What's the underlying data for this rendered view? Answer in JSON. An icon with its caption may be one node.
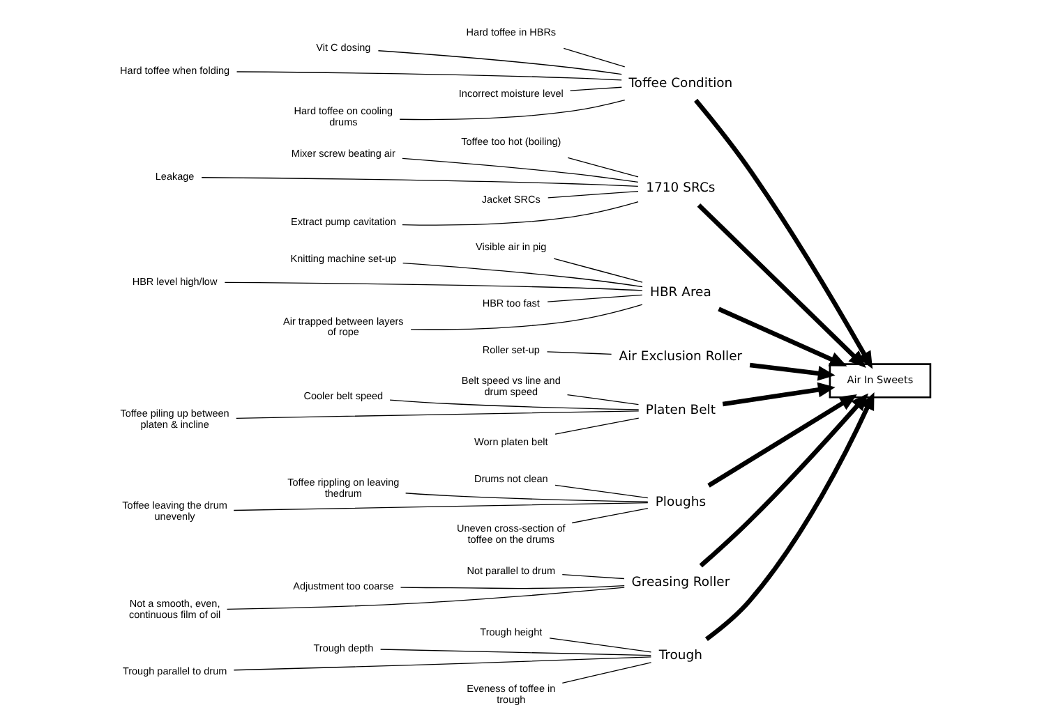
{
  "diagram": {
    "nodes": [
      {
        "text": [
          "Trough"
        ]
      },
      {
        "text": [
          "Toffee Condition"
        ]
      },
      {
        "text": [
          "1710 SRCs"
        ]
      },
      {
        "text": [
          "HBR Area"
        ]
      },
      {
        "text": [
          "Air In Sweets"
        ]
      },
      {
        "text": [
          "Air Exclusion Roller"
        ]
      },
      {
        "text": [
          "Platen Belt"
        ]
      },
      {
        "text": [
          "Ploughs"
        ]
      },
      {
        "text": [
          "Greasing Roller"
        ]
      },
      {
        "text": [
          "Trough height"
        ]
      },
      {
        "text": [
          "Trough depth"
        ]
      },
      {
        "text": [
          "Trough parallel to drum"
        ]
      },
      {
        "text": [
          "Eveness of toffee in trough"
        ]
      },
      {
        "text": [
          "Hard toffee in HBRs"
        ]
      },
      {
        "text": [
          "Vit C dosing"
        ]
      },
      {
        "text": [
          "Hard toffee when folding"
        ]
      },
      {
        "text": [
          "Incorrect moisture level"
        ]
      },
      {
        "text": [
          "Hard toffee on cooling drums"
        ]
      },
      {
        "text": [
          "Toffee too hot (boiling)"
        ]
      },
      {
        "text": [
          "Mixer screw beating air"
        ]
      },
      {
        "text": [
          "Leakage"
        ]
      },
      {
        "text": [
          "Jacket SRCs"
        ]
      },
      {
        "text": [
          "Extract pump cavitation"
        ]
      },
      {
        "text": [
          "Visible air in pig"
        ]
      },
      {
        "text": [
          "Knitting machine set-up"
        ]
      },
      {
        "text": [
          "HBR level high/low"
        ]
      },
      {
        "text": [
          "HBR too fast"
        ]
      },
      {
        "text": [
          "Air trapped between layers of rope"
        ]
      },
      {
        "text": [
          "Roller set-up"
        ]
      },
      {
        "text": [
          "Belt speed vs line and drum speed"
        ]
      },
      {
        "text": [
          "Cooler belt speed"
        ]
      },
      {
        "text": [
          "Toffee piling up between platen & incline"
        ]
      },
      {
        "text": [
          "Worn platen belt"
        ]
      },
      {
        "text": [
          "Drums not clean"
        ]
      },
      {
        "text": [
          "Toffee rippling on leaving thedrum"
        ]
      },
      {
        "text": [
          "Toffee leaving the drum unevenly"
        ]
      },
      {
        "text": [
          "Uneven cross-section of toffee on the drums"
        ]
      },
      {
        "text": [
          "Not parallel to drum"
        ]
      },
      {
        "text": [
          "Adjustment too coarse"
        ]
      },
      {
        "text": [
          "Not a smooth, even, continuous film of oil"
        ]
      }
    ],
    "edges": [
      {
        "from": 0,
        "to": 4,
        "arrow": "to",
        "style": "thick"
      },
      {
        "from": 1,
        "to": 4,
        "arrow": "to",
        "style": "thick"
      },
      {
        "from": 2,
        "to": 4,
        "arrow": "to",
        "style": "thick"
      },
      {
        "from": 3,
        "to": 4,
        "arrow": "to",
        "style": "thick"
      },
      {
        "from": 5,
        "to": 4,
        "arrow": "to",
        "style": "thick"
      },
      {
        "from": 6,
        "to": 4,
        "arrow": "to",
        "style": "thick"
      },
      {
        "from": 7,
        "to": 4,
        "arrow": "to",
        "style": "thick"
      },
      {
        "from": 8,
        "to": 4,
        "arrow": "to",
        "style": "thick"
      },
      {
        "from": 9,
        "to": 0,
        "arrow": "none"
      },
      {
        "from": 10,
        "to": 0,
        "arrow": "none"
      },
      {
        "from": 11,
        "to": 0,
        "arrow": "none"
      },
      {
        "from": 12,
        "to": 0,
        "arrow": "none"
      },
      {
        "from": 13,
        "to": 1,
        "arrow": "none"
      },
      {
        "from": 14,
        "to": 1,
        "arrow": "none"
      },
      {
        "from": 15,
        "to": 1,
        "arrow": "none"
      },
      {
        "from": 16,
        "to": 1,
        "arrow": "none"
      },
      {
        "from": 17,
        "to": 1,
        "arrow": "none"
      },
      {
        "from": 18,
        "to": 2,
        "arrow": "none"
      },
      {
        "from": 19,
        "to": 2,
        "arrow": "none"
      },
      {
        "from": 20,
        "to": 2,
        "arrow": "none"
      },
      {
        "from": 21,
        "to": 2,
        "arrow": "none"
      },
      {
        "from": 22,
        "to": 2,
        "arrow": "none"
      },
      {
        "from": 23,
        "to": 3,
        "arrow": "none"
      },
      {
        "from": 24,
        "to": 3,
        "arrow": "none"
      },
      {
        "from": 25,
        "to": 3,
        "arrow": "none"
      },
      {
        "from": 26,
        "to": 3,
        "arrow": "none"
      },
      {
        "from": 27,
        "to": 3,
        "arrow": "none"
      },
      {
        "from": 28,
        "to": 5,
        "arrow": "none"
      },
      {
        "from": 29,
        "to": 6,
        "arrow": "none"
      },
      {
        "from": 30,
        "to": 6,
        "arrow": "none"
      },
      {
        "from": 31,
        "to": 6,
        "arrow": "none"
      },
      {
        "from": 32,
        "to": 6,
        "arrow": "none"
      },
      {
        "from": 33,
        "to": 7,
        "arrow": "none"
      },
      {
        "from": 34,
        "to": 7,
        "arrow": "none"
      },
      {
        "from": 35,
        "to": 7,
        "arrow": "none"
      },
      {
        "from": 36,
        "to": 7,
        "arrow": "none"
      },
      {
        "from": 37,
        "to": 8,
        "arrow": "none"
      },
      {
        "from": 38,
        "to": 8,
        "arrow": "none"
      },
      {
        "from": 39,
        "to": 8,
        "arrow": "none"
      }
    ]
  }
}
